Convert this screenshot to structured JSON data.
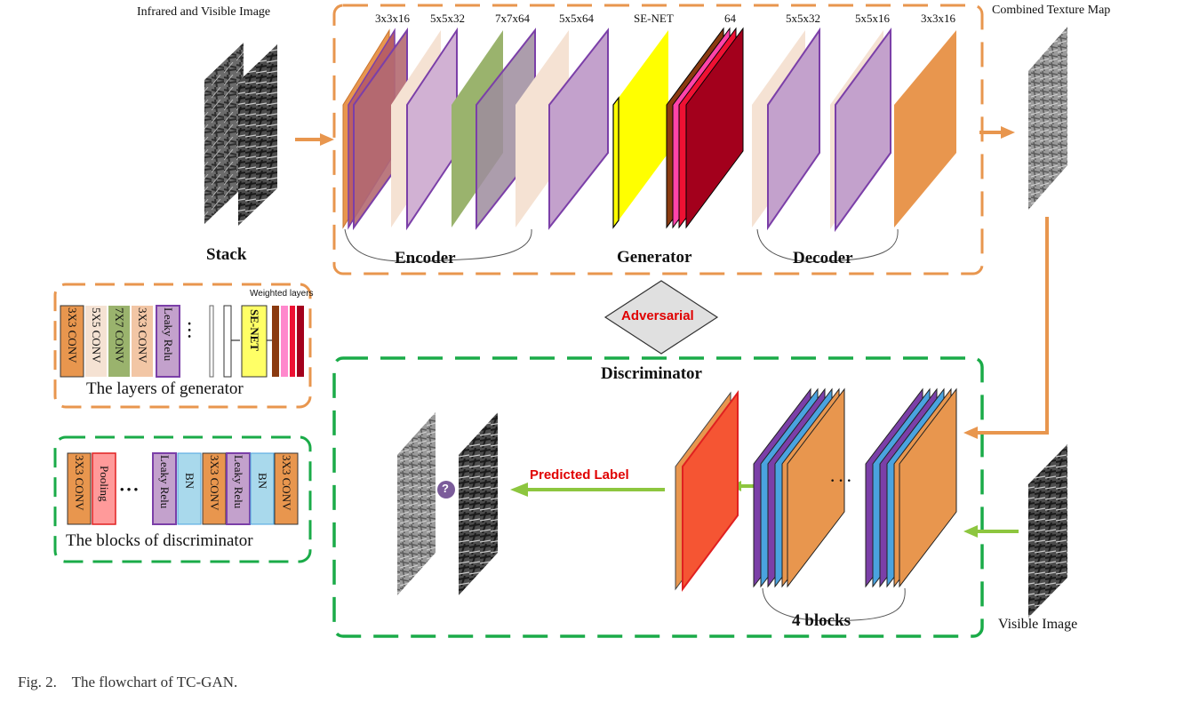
{
  "labels": {
    "input_title": "Infrared and Visible Image",
    "output_title": "Combined Texture Map",
    "stack": "Stack",
    "encoder": "Encoder",
    "generator": "Generator",
    "decoder": "Decoder",
    "adversarial": "Adversarial",
    "discriminator": "Discriminator",
    "predicted_label": "Predicted Label",
    "blocks_count": "4 blocks",
    "visible_image": "Visible Image",
    "question_mark": "?",
    "ellipsis": "· · ·",
    "caption": "Fig. 2.    The flowchart of TC-GAN."
  },
  "generator_layers": [
    {
      "label": "3x3x16"
    },
    {
      "label": "5x5x32"
    },
    {
      "label": "7x7x64"
    },
    {
      "label": "5x5x64"
    },
    {
      "label": "SE-NET"
    },
    {
      "label": "64"
    },
    {
      "label": "5x5x32"
    },
    {
      "label": "5x5x16"
    },
    {
      "label": "3x3x16"
    }
  ],
  "legend_generator": {
    "title": "The  layers of generator",
    "weighted": "Weighted layers",
    "items": [
      "3X3 CONV",
      "5X5 CONV",
      "7X7 CONV",
      "3X3 CONV",
      "Leaky Relu"
    ],
    "se": "SE-NET",
    "dots": "• • •"
  },
  "legend_discriminator": {
    "title": "The  blocks of discriminator",
    "items": [
      "3X3 CONV",
      "Pooling",
      "Leaky Relu",
      "BN",
      "3X3 CONV",
      "Leaky Relu",
      "BN",
      "3X3 CONV"
    ],
    "dots": "• • •"
  },
  "colors": {
    "orange": "#e8964e",
    "green": "#1aab48",
    "purple": "#7b3fa8",
    "lavender": "#c3a1cc",
    "peach": "#f5e2d3",
    "olive": "#9ab36d",
    "yellow": "#ffff00",
    "darkred": "#a3001c",
    "red_text": "#e00000",
    "arrow_green": "#8dc63f"
  }
}
